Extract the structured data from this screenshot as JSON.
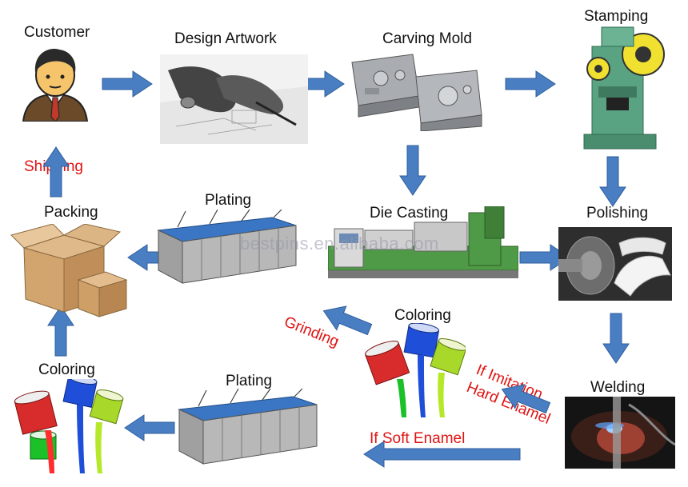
{
  "labels": {
    "customer": "Customer",
    "design_artwork": "Design Artwork",
    "carving_mold": "Carving Mold",
    "stamping": "Stamping",
    "shipping": "Shipping",
    "packing": "Packing",
    "plating_top": "Plating",
    "die_casting": "Die Casting",
    "polishing": "Polishing",
    "grinding": "Grinding",
    "coloring_mid": "Coloring",
    "if_imitation_1": "If Imitation",
    "if_imitation_2": "Hard Enamel",
    "welding": "Welding",
    "coloring_left": "Coloring",
    "plating_bottom": "Plating",
    "if_soft_enamel": "If Soft Enamel"
  },
  "watermark": "bestpins.en.alibaba.com",
  "colors": {
    "arrow": "#4a7ec2",
    "arrow_stroke": "#2f5f9e",
    "red_text": "#e01414"
  }
}
